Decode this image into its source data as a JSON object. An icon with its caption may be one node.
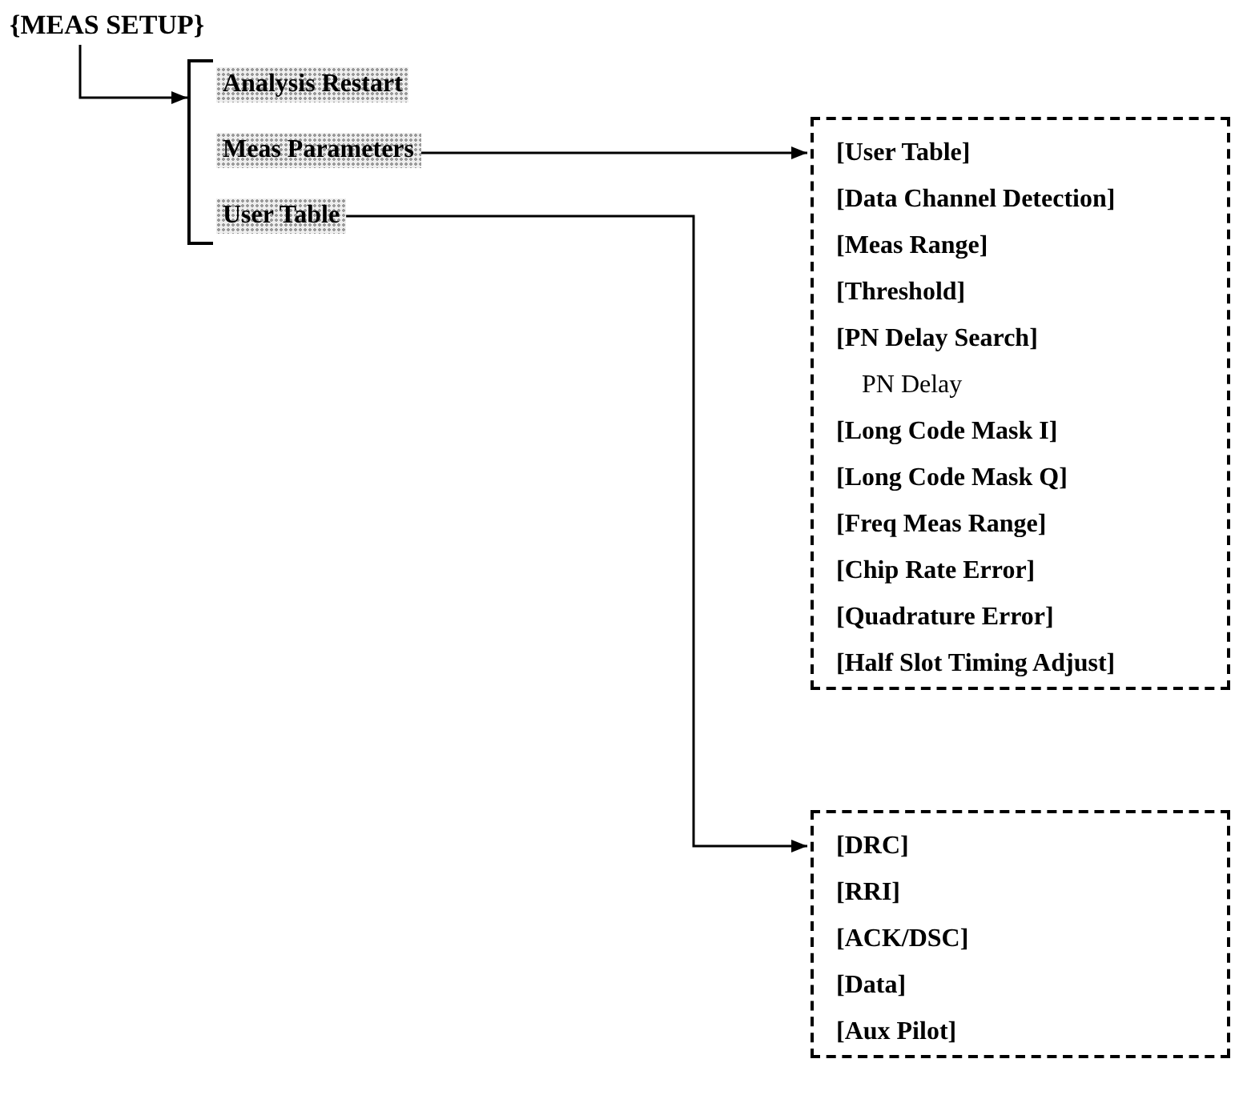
{
  "diagram": {
    "nodes": [
      {
        "text": [
          "{MEAS SETUP}"
        ]
      },
      {
        "text": [],
        "shape": "bracket"
      },
      {
        "text": [
          "Analysis Restart"
        ],
        "in": 1
      },
      {
        "text": [
          "Meas Parameters"
        ],
        "in": 1
      },
      {
        "text": [
          "User Table"
        ],
        "in": 1
      },
      {
        "text": [
          "[User Table]",
          "[Data Channel Detection]",
          "[Meas Range]",
          "[Threshold]",
          "[PN Delay Search]",
          "PN Delay",
          "[Long Code Mask I]",
          "[Long Code Mask Q]",
          "[Freq Meas Range]",
          "[Chip Rate Error]",
          "[Quadrature Error]",
          "[Half Slot Timing Adjust]"
        ]
      },
      {
        "text": [
          "[DRC]",
          "[RRI]",
          "[ACK/DSC]",
          "[Data]",
          "[Aux Pilot]"
        ]
      }
    ],
    "edges": [
      {
        "from": 0,
        "to": 1,
        "arrow": "to"
      },
      {
        "from": 3,
        "to": 5,
        "arrow": "to"
      },
      {
        "from": 4,
        "to": 6,
        "arrow": "to"
      }
    ]
  }
}
